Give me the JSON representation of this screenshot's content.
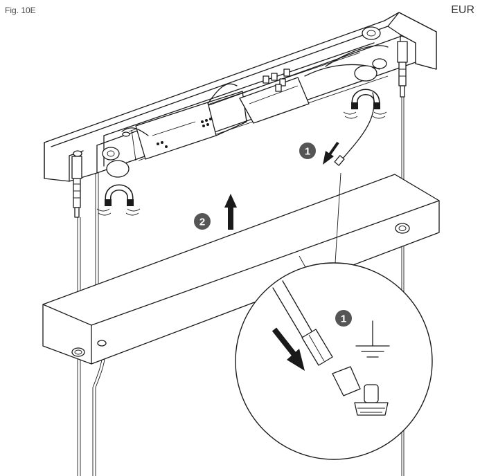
{
  "header": {
    "figure_label": "Fig. 10E",
    "region_label": "EUR"
  },
  "steps": [
    {
      "number": "1",
      "action": "disconnect ground wire"
    },
    {
      "number": "2",
      "action": "lift fascia"
    }
  ],
  "icons": {
    "ground": "ground-symbol-icon",
    "magnet": "magnet-icon",
    "arrow": "arrow-icon"
  },
  "colors": {
    "line": "#1a1a1a",
    "badge": "#555555",
    "background": "#ffffff"
  }
}
